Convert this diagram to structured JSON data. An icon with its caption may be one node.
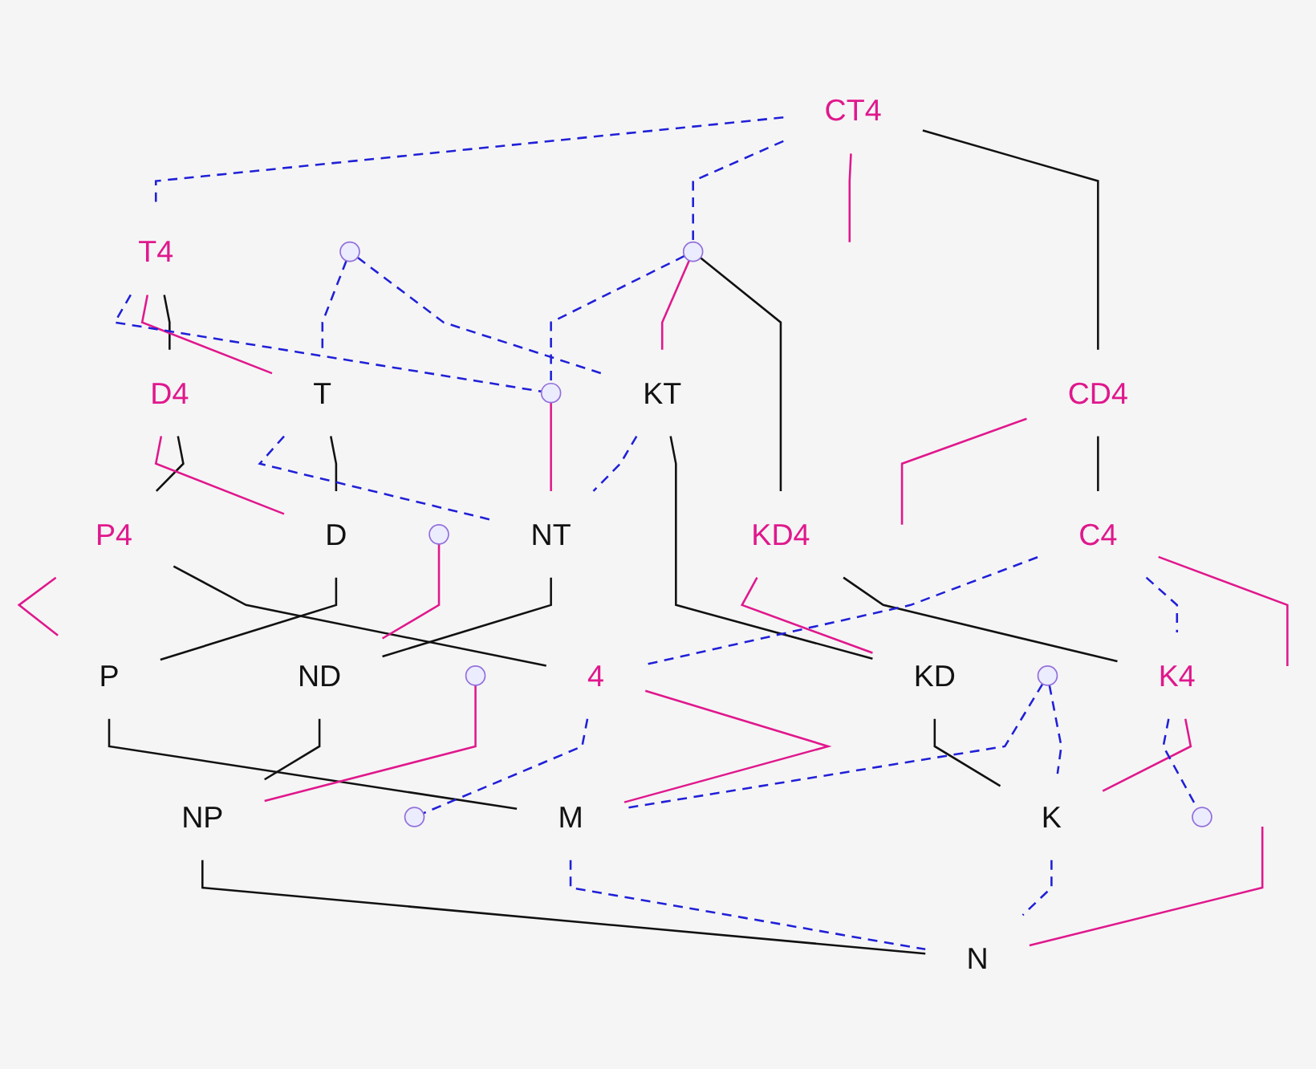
{
  "diagram": {
    "nodes": [
      {
        "text": [],
        "shape": "circle"
      },
      {
        "text": [
          "CT4"
        ]
      },
      {
        "text": [
          "KT"
        ]
      },
      {
        "text": [],
        "shape": "circle"
      },
      {
        "text": [],
        "shape": "circle"
      },
      {
        "text": [
          "T4"
        ]
      },
      {
        "text": [
          "KD4"
        ]
      },
      {
        "text": [
          "NT"
        ]
      },
      {
        "text": [],
        "shape": "circle"
      },
      {
        "text": [
          "CD4"
        ]
      },
      {
        "text": [
          "T"
        ]
      },
      {
        "text": [
          "KD"
        ]
      },
      {
        "text": [
          "D4"
        ]
      },
      {
        "text": [
          "ND"
        ]
      },
      {
        "text": [],
        "shape": "circle"
      },
      {
        "text": [
          "K4"
        ]
      },
      {
        "text": [
          "D"
        ]
      },
      {
        "text": [
          "P4"
        ]
      },
      {
        "text": [
          "NP"
        ]
      },
      {
        "text": [],
        "shape": "circle"
      },
      {
        "text": [
          "C4"
        ]
      },
      {
        "text": [
          "K"
        ]
      },
      {
        "text": [],
        "shape": "circle"
      },
      {
        "text": [
          "P"
        ]
      },
      {
        "text": [],
        "shape": "circle"
      },
      {
        "text": [
          "4"
        ]
      },
      {
        "text": [
          "N"
        ]
      },
      {
        "text": [
          "M"
        ]
      }
    ],
    "edges": [
      {
        "from": 1,
        "to": 9,
        "arrow": "none",
        "color": "#111111"
      },
      {
        "from": 9,
        "to": 20,
        "arrow": "none",
        "color": "#111111"
      },
      {
        "from": 2,
        "to": 11,
        "arrow": "none",
        "color": "#111111"
      },
      {
        "from": 11,
        "to": 21,
        "arrow": "none",
        "color": "#111111"
      },
      {
        "from": 10,
        "to": 16,
        "arrow": "none",
        "color": "#111111"
      },
      {
        "from": 16,
        "to": 23,
        "arrow": "none",
        "color": "#111111"
      },
      {
        "from": 23,
        "to": 27,
        "arrow": "none",
        "color": "#111111"
      },
      {
        "from": 7,
        "to": 13,
        "arrow": "none",
        "color": "#111111"
      },
      {
        "from": 13,
        "to": 18,
        "arrow": "none",
        "color": "#111111"
      },
      {
        "from": 18,
        "to": 26,
        "arrow": "none",
        "color": "#111111"
      },
      {
        "from": 5,
        "to": 12,
        "arrow": "none",
        "color": "#111111"
      },
      {
        "from": 12,
        "to": 17,
        "arrow": "none",
        "color": "#111111"
      },
      {
        "from": 17,
        "to": 25,
        "arrow": "none",
        "color": "#111111"
      },
      {
        "from": 0,
        "to": 6,
        "arrow": "none",
        "color": "#111111"
      },
      {
        "from": 6,
        "to": 15,
        "arrow": "none",
        "color": "#111111"
      },
      {
        "from": 0,
        "to": 2,
        "arrow": "none",
        "color": "#e0188c"
      },
      {
        "from": 3,
        "to": 7,
        "arrow": "none",
        "color": "#e0188c"
      },
      {
        "from": 8,
        "to": 13,
        "arrow": "none",
        "color": "#e0188c"
      },
      {
        "from": 14,
        "to": 18,
        "arrow": "none",
        "color": "#e0188c"
      },
      {
        "from": 5,
        "to": 10,
        "arrow": "none",
        "color": "#e0188c"
      },
      {
        "from": 12,
        "to": 16,
        "arrow": "none",
        "color": "#e0188c"
      },
      {
        "from": 17,
        "to": 23,
        "arrow": "none",
        "color": "#e0188c"
      },
      {
        "from": 6,
        "to": 11,
        "arrow": "none",
        "color": "#e0188c"
      },
      {
        "from": 15,
        "to": 21,
        "arrow": "none",
        "color": "#e0188c"
      },
      {
        "from": 25,
        "to": 27,
        "arrow": "none",
        "color": "#e0188c"
      },
      {
        "from": 1,
        "to": null,
        "arrow": "none",
        "color": "#e0188c"
      },
      {
        "from": 9,
        "to": null,
        "arrow": "none",
        "color": "#e0188c"
      },
      {
        "from": 20,
        "to": null,
        "arrow": "none",
        "color": "#e0188c"
      },
      {
        "from": null,
        "to": 26,
        "arrow": "none",
        "color": "#e0188c"
      },
      {
        "from": 1,
        "to": 0,
        "arrow": "none",
        "style": "dashed",
        "color": "#2020d8"
      },
      {
        "from": 0,
        "to": 3,
        "arrow": "none",
        "style": "dashed",
        "color": "#2020d8"
      },
      {
        "from": 1,
        "to": 5,
        "arrow": "none",
        "style": "dashed",
        "color": "#2020d8"
      },
      {
        "from": 2,
        "to": 7,
        "arrow": "none",
        "style": "dashed",
        "color": "#2020d8"
      },
      {
        "from": 4,
        "to": 2,
        "arrow": "none",
        "style": "dashed",
        "color": "#2020d8"
      },
      {
        "from": 4,
        "to": 10,
        "arrow": "none",
        "style": "dashed",
        "color": "#2020d8"
      },
      {
        "from": 5,
        "to": 3,
        "arrow": "none",
        "style": "dashed",
        "color": "#2020d8"
      },
      {
        "from": 10,
        "to": 7,
        "arrow": "none",
        "style": "dashed",
        "color": "#2020d8"
      },
      {
        "from": 20,
        "to": 15,
        "arrow": "none",
        "style": "dashed",
        "color": "#2020d8"
      },
      {
        "from": 15,
        "to": 19,
        "arrow": "none",
        "style": "dashed",
        "color": "#2020d8"
      },
      {
        "from": 20,
        "to": 25,
        "arrow": "none",
        "style": "dashed",
        "color": "#2020d8"
      },
      {
        "from": 21,
        "to": 26,
        "arrow": "none",
        "style": "dashed",
        "color": "#2020d8"
      },
      {
        "from": 24,
        "to": 21,
        "arrow": "none",
        "style": "dashed",
        "color": "#2020d8"
      },
      {
        "from": 24,
        "to": 27,
        "arrow": "none",
        "style": "dashed",
        "color": "#2020d8"
      },
      {
        "from": 25,
        "to": 22,
        "arrow": "none",
        "style": "dashed",
        "color": "#2020d8"
      },
      {
        "from": 27,
        "to": 26,
        "arrow": "none",
        "style": "dashed",
        "color": "#2020d8"
      }
    ]
  }
}
